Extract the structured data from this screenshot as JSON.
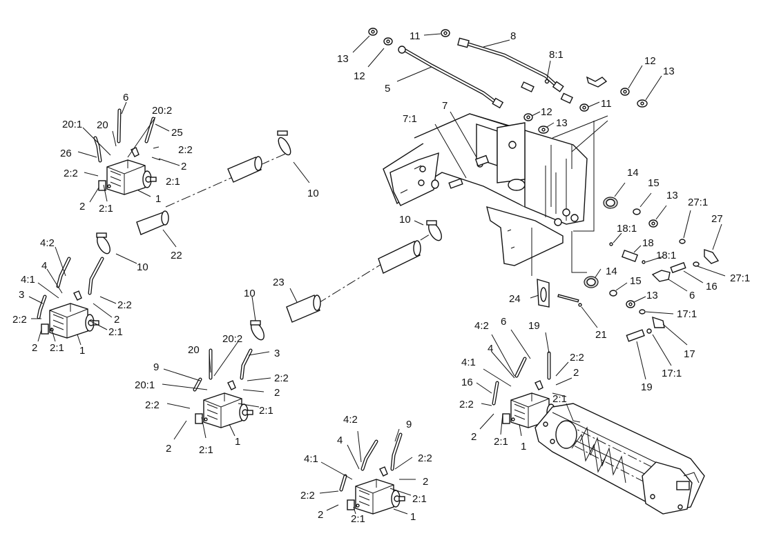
{
  "callouts": [
    {
      "id": "c1",
      "text": "13"
    },
    {
      "id": "c2",
      "text": "12"
    },
    {
      "id": "c3",
      "text": "11"
    },
    {
      "id": "c4",
      "text": "8"
    },
    {
      "id": "c5",
      "text": "8:1"
    },
    {
      "id": "c6",
      "text": "5"
    },
    {
      "id": "c7",
      "text": "12"
    },
    {
      "id": "c8",
      "text": "13"
    },
    {
      "id": "c9",
      "text": "11"
    },
    {
      "id": "c10",
      "text": "12"
    },
    {
      "id": "c11",
      "text": "13"
    },
    {
      "id": "c12",
      "text": "7"
    },
    {
      "id": "c13",
      "text": "7:1"
    },
    {
      "id": "c14",
      "text": "6"
    },
    {
      "id": "c15",
      "text": "20:1"
    },
    {
      "id": "c16",
      "text": "20"
    },
    {
      "id": "c17",
      "text": "20:2"
    },
    {
      "id": "c18",
      "text": "25"
    },
    {
      "id": "c19",
      "text": "26"
    },
    {
      "id": "c20",
      "text": "2:2"
    },
    {
      "id": "c21",
      "text": "2:2"
    },
    {
      "id": "c22",
      "text": "2"
    },
    {
      "id": "c23",
      "text": "2:1"
    },
    {
      "id": "c24",
      "text": "2"
    },
    {
      "id": "c25",
      "text": "2:1"
    },
    {
      "id": "c26",
      "text": "1"
    },
    {
      "id": "c27",
      "text": "10"
    },
    {
      "id": "c28",
      "text": "22"
    },
    {
      "id": "c29",
      "text": "10"
    },
    {
      "id": "c30",
      "text": "4:2"
    },
    {
      "id": "c31",
      "text": "4"
    },
    {
      "id": "c32",
      "text": "4:1"
    },
    {
      "id": "c33",
      "text": "3"
    },
    {
      "id": "c34",
      "text": "2:2"
    },
    {
      "id": "c35",
      "text": "2:2"
    },
    {
      "id": "c36",
      "text": "2"
    },
    {
      "id": "c37",
      "text": "2:1"
    },
    {
      "id": "c38",
      "text": "2"
    },
    {
      "id": "c39",
      "text": "2:1"
    },
    {
      "id": "c40",
      "text": "1"
    },
    {
      "id": "c41",
      "text": "10"
    },
    {
      "id": "c42",
      "text": "14"
    },
    {
      "id": "c43",
      "text": "15"
    },
    {
      "id": "c44",
      "text": "13"
    },
    {
      "id": "c45",
      "text": "27:1"
    },
    {
      "id": "c46",
      "text": "27"
    },
    {
      "id": "c47",
      "text": "18:1"
    },
    {
      "id": "c48",
      "text": "18"
    },
    {
      "id": "c49",
      "text": "18:1"
    },
    {
      "id": "c50",
      "text": "27:1"
    },
    {
      "id": "c51",
      "text": "16"
    },
    {
      "id": "c52",
      "text": "6"
    },
    {
      "id": "c53",
      "text": "14"
    },
    {
      "id": "c54",
      "text": "15"
    },
    {
      "id": "c55",
      "text": "13"
    },
    {
      "id": "c56",
      "text": "17:1"
    },
    {
      "id": "c57",
      "text": "17"
    },
    {
      "id": "c58",
      "text": "17:1"
    },
    {
      "id": "c59",
      "text": "19"
    },
    {
      "id": "c60",
      "text": "21"
    },
    {
      "id": "c61",
      "text": "24"
    },
    {
      "id": "c62",
      "text": "23"
    },
    {
      "id": "c63",
      "text": "10"
    },
    {
      "id": "c64",
      "text": "9"
    },
    {
      "id": "c65",
      "text": "20"
    },
    {
      "id": "c66",
      "text": "20:2"
    },
    {
      "id": "c67",
      "text": "3"
    },
    {
      "id": "c68",
      "text": "20:1"
    },
    {
      "id": "c69",
      "text": "2:2"
    },
    {
      "id": "c70",
      "text": "2"
    },
    {
      "id": "c71",
      "text": "2:2"
    },
    {
      "id": "c72",
      "text": "2:1"
    },
    {
      "id": "c73",
      "text": "2"
    },
    {
      "id": "c74",
      "text": "2:1"
    },
    {
      "id": "c75",
      "text": "1"
    },
    {
      "id": "c76",
      "text": "4:2"
    },
    {
      "id": "c77",
      "text": "6"
    },
    {
      "id": "c78",
      "text": "19"
    },
    {
      "id": "c79",
      "text": "4"
    },
    {
      "id": "c80",
      "text": "4:1"
    },
    {
      "id": "c81",
      "text": "2:2"
    },
    {
      "id": "c82",
      "text": "16"
    },
    {
      "id": "c83",
      "text": "2"
    },
    {
      "id": "c84",
      "text": "2:2"
    },
    {
      "id": "c85",
      "text": "2:1"
    },
    {
      "id": "c86",
      "text": "2"
    },
    {
      "id": "c87",
      "text": "2:1"
    },
    {
      "id": "c88",
      "text": "1"
    },
    {
      "id": "c89",
      "text": "4:2"
    },
    {
      "id": "c90",
      "text": "9"
    },
    {
      "id": "c91",
      "text": "4"
    },
    {
      "id": "c92",
      "text": "2:2"
    },
    {
      "id": "c93",
      "text": "4:1"
    },
    {
      "id": "c94",
      "text": "2"
    },
    {
      "id": "c95",
      "text": "2:2"
    },
    {
      "id": "c96",
      "text": "2:1"
    },
    {
      "id": "c97",
      "text": "2"
    },
    {
      "id": "c98",
      "text": "2:1"
    },
    {
      "id": "c99",
      "text": "1"
    }
  ]
}
